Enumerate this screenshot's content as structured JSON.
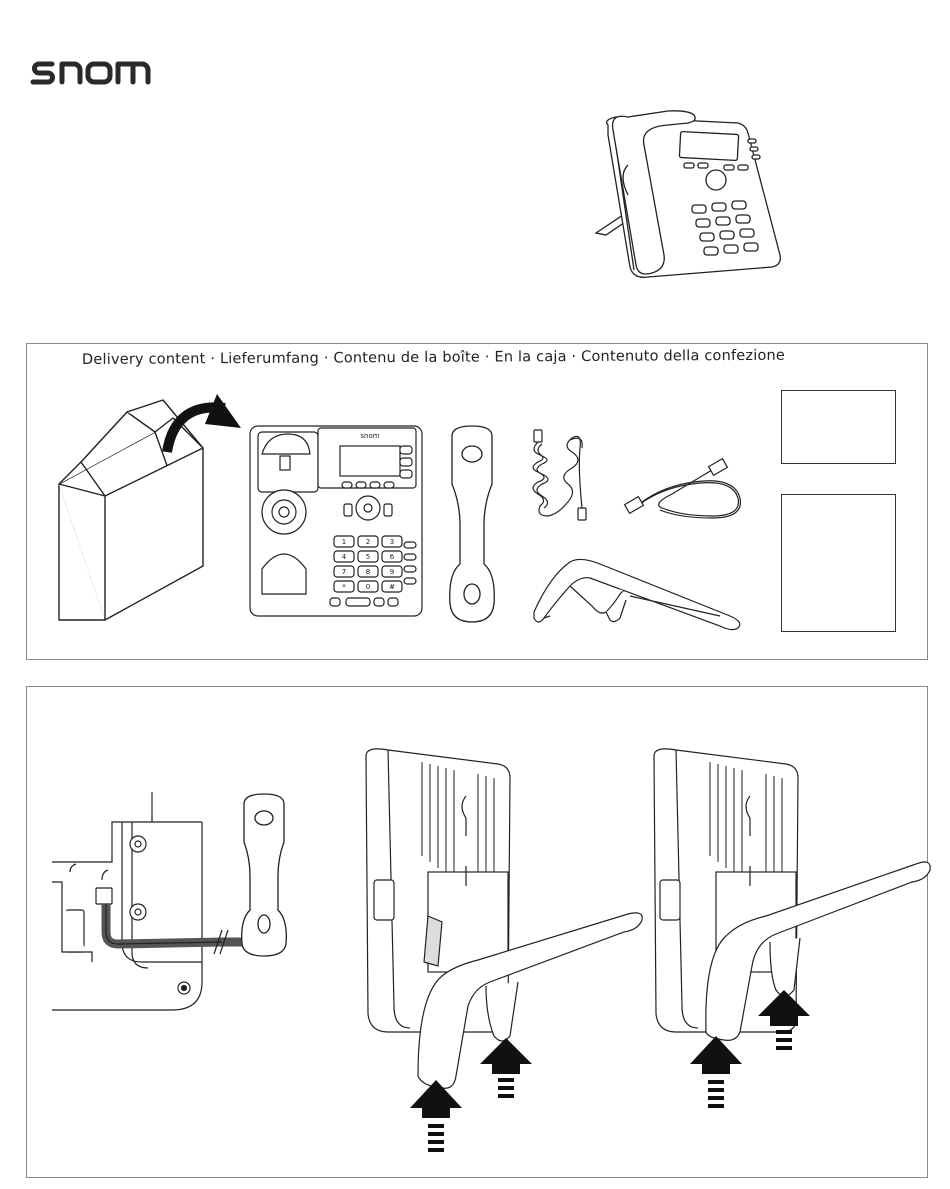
{
  "brand": {
    "logo_text": "snom"
  },
  "delivery": {
    "title": "Delivery content · Lieferumfang · Contenu de la boîte · En la caja · Contenuto della confezione",
    "items": [
      {
        "icon": "box-open-icon"
      },
      {
        "icon": "desk-phone-icon"
      },
      {
        "icon": "handset-icon"
      },
      {
        "icon": "coiled-handset-cord-icon"
      },
      {
        "icon": "ethernet-cable-icon"
      },
      {
        "icon": "phone-stand-icon"
      },
      {
        "icon": "quick-guide-document-icon"
      },
      {
        "icon": "manual-document-icon"
      }
    ]
  },
  "phone_keypad": {
    "keys": [
      "1",
      "2",
      "3",
      "4",
      "5",
      "6",
      "7",
      "8",
      "9",
      "*",
      "0",
      "#"
    ]
  },
  "assembly": {
    "steps": [
      {
        "icon": "handset-cord-connection-icon"
      },
      {
        "icon": "stand-attach-lower-position-icon"
      },
      {
        "icon": "stand-attach-upper-position-icon"
      }
    ]
  }
}
